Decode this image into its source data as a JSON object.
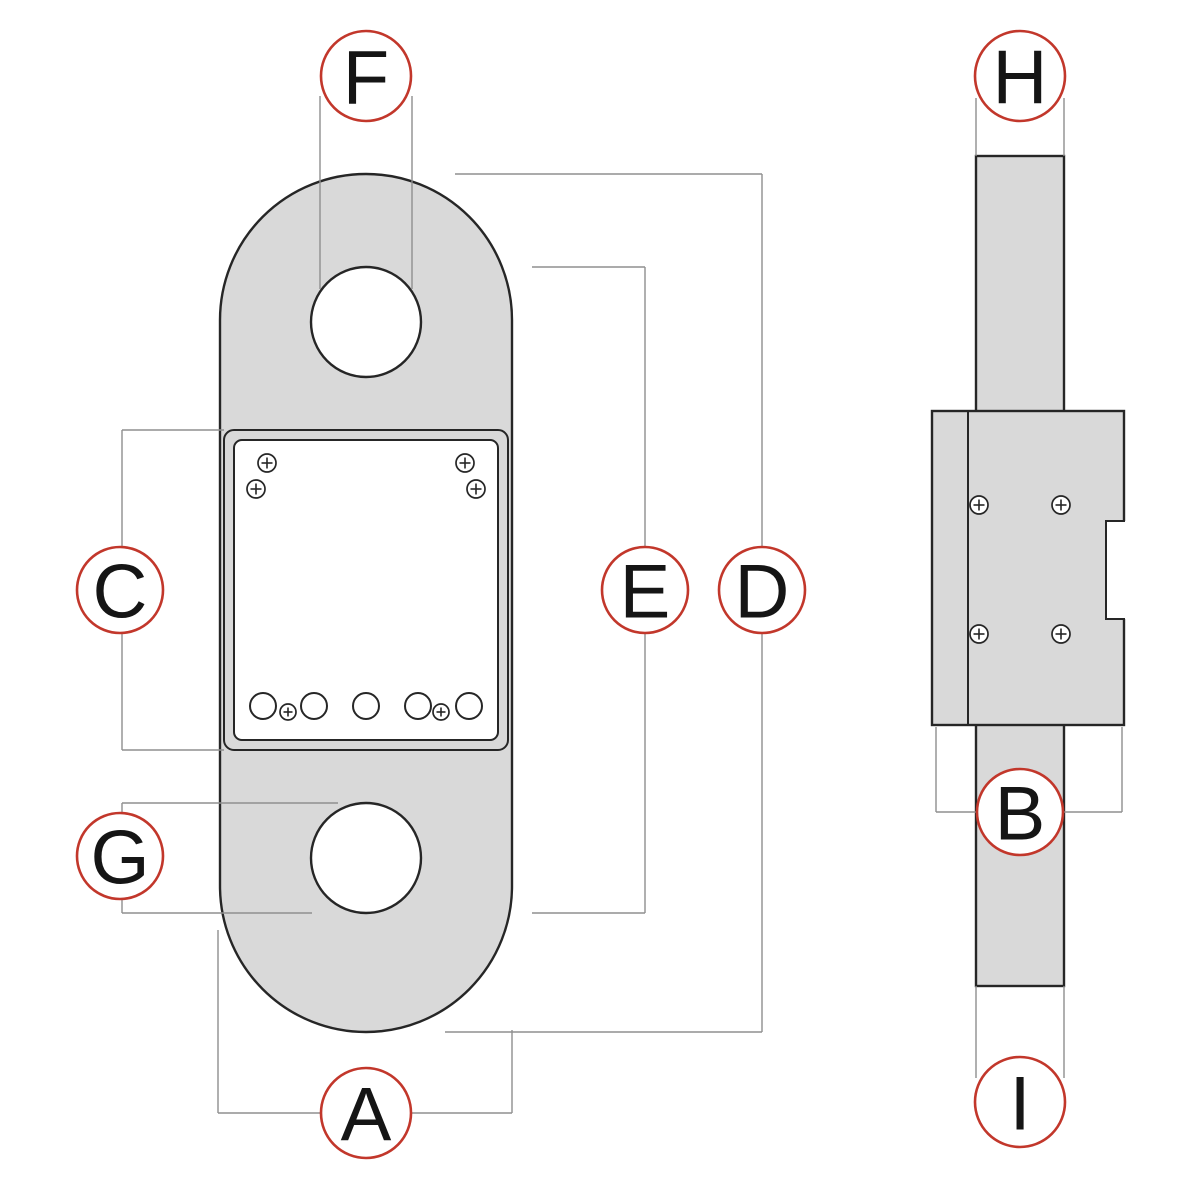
{
  "diagram": {
    "type": "technical-dimension-drawing",
    "views": [
      {
        "name": "front-view",
        "dimension_labels": [
          "F",
          "C",
          "E",
          "D",
          "G",
          "A"
        ]
      },
      {
        "name": "side-view",
        "dimension_labels": [
          "H",
          "B",
          "I"
        ]
      }
    ]
  },
  "labels": {
    "A": "A",
    "B": "B",
    "C": "C",
    "D": "D",
    "E": "E",
    "F": "F",
    "G": "G",
    "H": "H",
    "I": "I"
  },
  "colors": {
    "background": "#ffffff",
    "body_fill": "#d9d9d9",
    "panel_fill": "#ffffff",
    "outline": "#262626",
    "dimension_line": "#8f8f8f",
    "label_circle_stroke": "#c2372b",
    "label_circle_fill": "#ffffff",
    "label_text": "#151515"
  }
}
